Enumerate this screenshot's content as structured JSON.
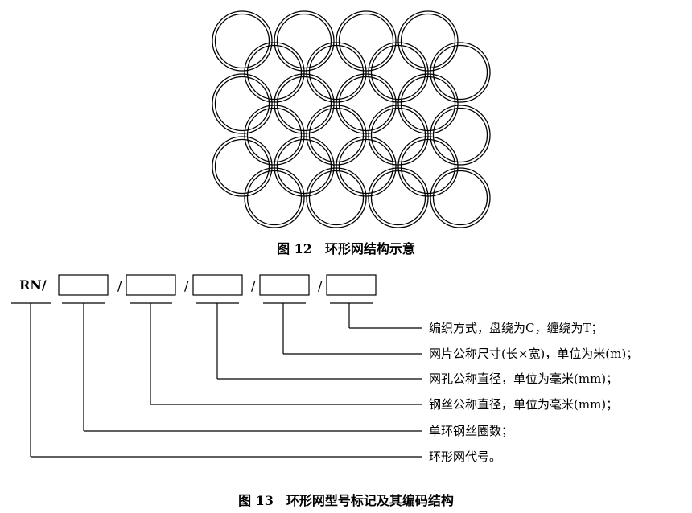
{
  "figure12": {
    "caption": "图 12　环形网结构示意",
    "rings": {
      "outer_rows": 3,
      "outer_cols": 4,
      "inner_rows": 3,
      "inner_cols": 4
    }
  },
  "figure13": {
    "caption": "图 13　环形网型号标记及其编码结构",
    "prefix": "RN/",
    "separator": "/",
    "slot_count": 5,
    "descriptions": [
      "编织方式，盘绕为C，缠绕为T；",
      "网片公称尺寸(长×宽)，单位为米(m)；",
      "网孔公称直径，单位为毫米(mm)；",
      "钢丝公称直径，单位为毫米(mm)；",
      "单环钢丝圈数；",
      "环形网代号。"
    ]
  }
}
